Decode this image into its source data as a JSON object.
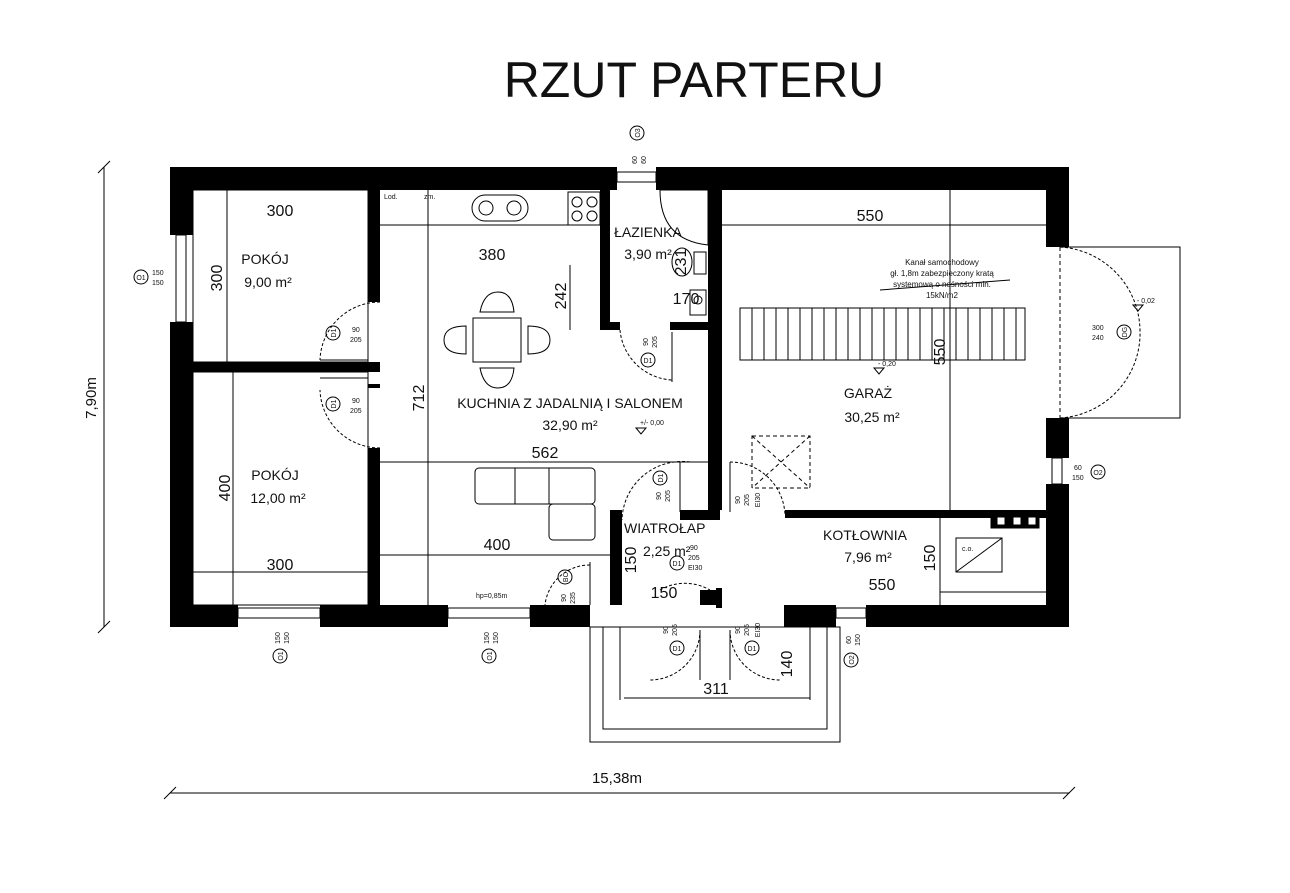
{
  "title": "RZUT PARTERU",
  "rooms": [
    {
      "name": "POKÓJ",
      "area": "9,00 m²"
    },
    {
      "name": "POKÓJ",
      "area": "12,00 m²"
    },
    {
      "name": "KUCHNIA Z JADALNIĄ I SALONEM",
      "area": "32,90 m²"
    },
    {
      "name": "ŁAZIENKA",
      "area": "3,90 m²"
    },
    {
      "name": "GARAŻ",
      "area": "30,25 m²"
    },
    {
      "name": "KOTŁOWNIA",
      "area": "7,96 m²"
    },
    {
      "name": "WIATROŁAP",
      "area": "2,25 m²"
    }
  ],
  "dimensions": {
    "overall_width": "15,38m",
    "overall_height": "7,90m",
    "pokoj1_width": "300",
    "pokoj1_height": "300",
    "pokoj2_width": "300",
    "pokoj2_height": "400",
    "kitchen_top": "380",
    "kitchen_mid": "562",
    "kitchen_bottom": "400",
    "kitchen_height": "712",
    "kitchen_242": "242",
    "bath_width": "170",
    "bath_231": "231",
    "garage_width": "550",
    "garage_height": "550",
    "boiler_width": "550",
    "boiler_height": "150",
    "vest_150v": "150",
    "vest_150h": "150",
    "porch_width": "311",
    "porch_height": "140"
  },
  "garage_note": [
    "Kanał samochodowy",
    "gł. 1,8m zabezpieczony kratą",
    "systemową o nośności min.",
    "15kN/m2"
  ],
  "levels": [
    "+/- 0,00",
    "- 0,20",
    "- 0,02"
  ],
  "fixtures": {
    "fridge": "Lod.",
    "dishwasher": "zm.",
    "boiler": "c.o.",
    "sill": "hp=0,85m"
  },
  "tags": {
    "O1": "O1",
    "O2": "O2",
    "O3": "O3",
    "D1": "D1",
    "DG": "DG",
    "BO": "BO",
    "EI30": "EI30",
    "size_150_150": [
      "150",
      "150"
    ],
    "size_60_150": [
      "60",
      "150"
    ],
    "size_60_60": [
      "60",
      "60"
    ],
    "size_300_240": [
      "300",
      "240"
    ],
    "size_90_205": [
      "90",
      "205"
    ],
    "size_90_235": [
      "90",
      "235"
    ]
  }
}
